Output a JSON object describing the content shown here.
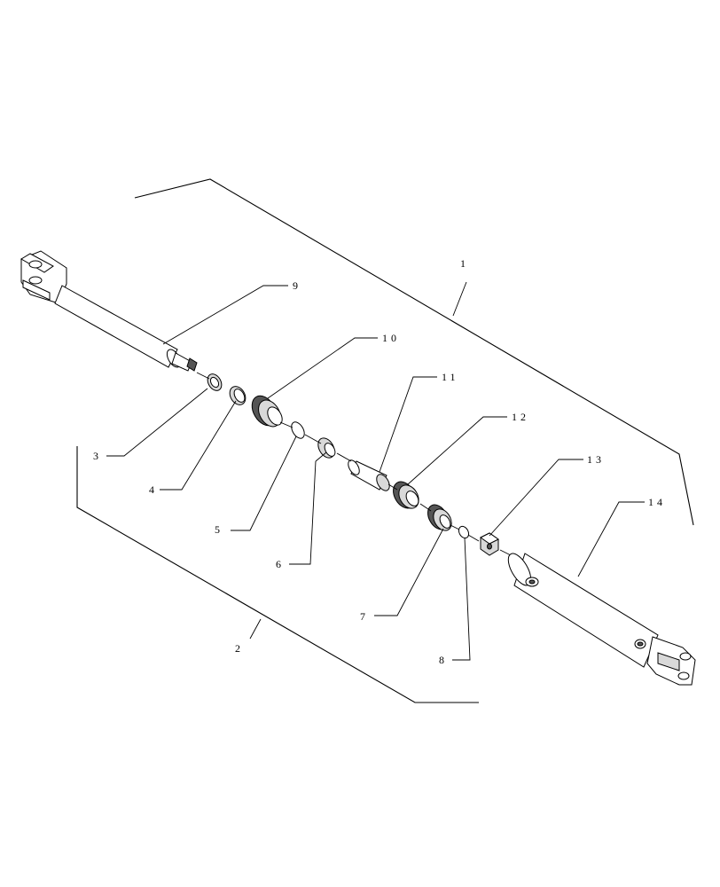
{
  "callouts": [
    {
      "id": "c1",
      "label": "1"
    },
    {
      "id": "c2",
      "label": "2"
    },
    {
      "id": "c3",
      "label": "3"
    },
    {
      "id": "c4",
      "label": "4"
    },
    {
      "id": "c5",
      "label": "5"
    },
    {
      "id": "c6",
      "label": "6"
    },
    {
      "id": "c7",
      "label": "7"
    },
    {
      "id": "c8",
      "label": "8"
    },
    {
      "id": "c9",
      "label": "9"
    },
    {
      "id": "c10",
      "label": "10"
    },
    {
      "id": "c11",
      "label": "11"
    },
    {
      "id": "c12",
      "label": "12"
    },
    {
      "id": "c13",
      "label": "13"
    },
    {
      "id": "c14",
      "label": "14"
    }
  ],
  "colors": {
    "ink": "#000000",
    "background": "#ffffff",
    "shade": "#d9d9d9"
  }
}
